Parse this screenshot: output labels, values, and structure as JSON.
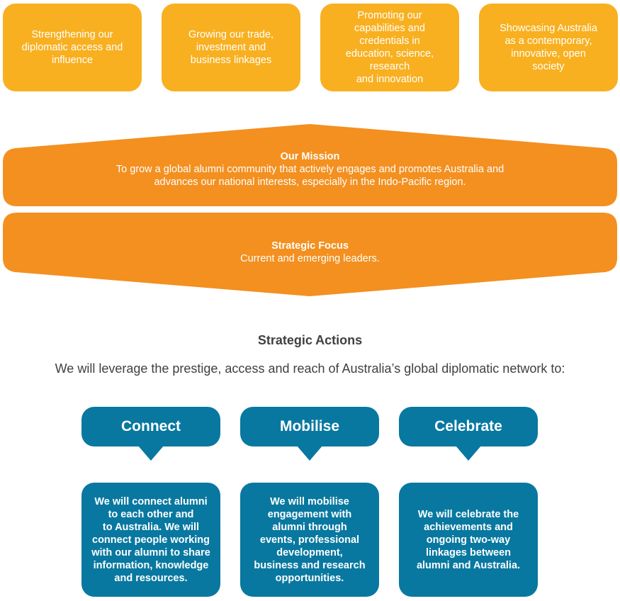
{
  "goals": [
    {
      "text": "Strengthening our\ndiplomatic access and\ninfluence"
    },
    {
      "text": "Growing our trade,\ninvestment and\nbusiness linkages"
    },
    {
      "text": "Promoting our\ncapabilities and\ncredentials in\neducation, science,\nresearch\nand innovation"
    },
    {
      "text": "Showcasing Australia\nas a contemporary,\ninnovative, open\nsociety"
    }
  ],
  "mission": {
    "title": "Our Mission",
    "text": "To grow a global alumni community that actively engages and promotes Australia and\nadvances our national interests, especially in the Indo-Pacific region."
  },
  "focus": {
    "title": "Strategic Focus",
    "text": "Current and emerging leaders."
  },
  "actions": {
    "title": "Strategic Actions",
    "subtitle": "We will leverage the prestige, access and reach of Australia’s global diplomatic network to:",
    "items": [
      {
        "heading": "Connect",
        "text": "We will connect alumni\nto each other and\nto Australia. We will\nconnect people working\nwith our alumni to share\ninformation, knowledge\nand resources."
      },
      {
        "heading": "Mobilise",
        "text": "We will mobilise\nengagement with\nalumni through\nevents, professional\ndevelopment,\nbusiness and research\nopportunities."
      },
      {
        "heading": "Celebrate",
        "text": "We will celebrate the\nachievements and\nongoing two-way\nlinkages between\nalumni and Australia."
      }
    ]
  },
  "colors": {
    "goal": "#F8B020",
    "banner": "#F39020",
    "action": "#0878A0",
    "text_dark": "#404040"
  }
}
